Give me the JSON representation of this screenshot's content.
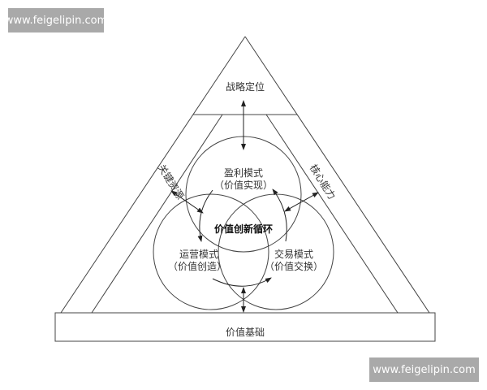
{
  "watermarks": {
    "top_left": "www.feigelipin.com",
    "bottom_right": "www.feigelipin.com"
  },
  "diagram": {
    "apex": "战略定位",
    "base": "价值基础",
    "left_side": "关键资源",
    "right_side": "核心能力",
    "center": "价值创新循环",
    "circles": [
      {
        "title": "盈利模式",
        "subtitle": "（价值实现）"
      },
      {
        "title": "运营模式",
        "subtitle": "（价值创造）"
      },
      {
        "title": "交易模式",
        "subtitle": "（价值交换）"
      }
    ]
  }
}
